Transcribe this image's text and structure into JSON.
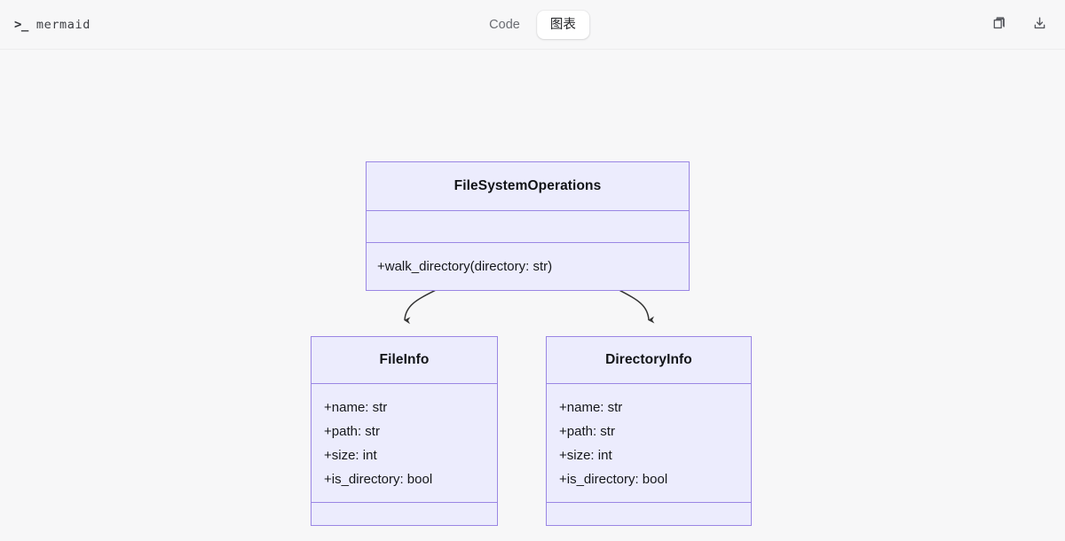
{
  "header": {
    "brand_prompt": ">_",
    "brand_name": "mermaid",
    "tabs": [
      {
        "label": "Code",
        "active": false
      },
      {
        "label": "图表",
        "active": true
      }
    ],
    "actions": [
      {
        "name": "copy-icon",
        "label": "Copy"
      },
      {
        "name": "download-icon",
        "label": "Download"
      }
    ]
  },
  "diagram": {
    "type": "class-diagram",
    "colors": {
      "node_fill": "#ececfd",
      "node_border": "#9a86e4",
      "edge": "#333333",
      "canvas": "#f7f7f8"
    },
    "classes": [
      {
        "id": "FileSystemOperations",
        "name": "FileSystemOperations",
        "attributes": [],
        "methods": [
          "+walk_directory(directory: str)"
        ]
      },
      {
        "id": "FileInfo",
        "name": "FileInfo",
        "attributes": [
          "+name: str",
          "+path: str",
          "+size: int",
          "+is_directory: bool"
        ],
        "methods": []
      },
      {
        "id": "DirectoryInfo",
        "name": "DirectoryInfo",
        "attributes": [
          "+name: str",
          "+path: str",
          "+size: int",
          "+is_directory: bool"
        ],
        "methods": []
      }
    ],
    "relations": [
      {
        "from": "FileSystemOperations",
        "to": "FileInfo",
        "arrow": "open-arrow"
      },
      {
        "from": "FileSystemOperations",
        "to": "DirectoryInfo",
        "arrow": "open-arrow"
      }
    ]
  }
}
